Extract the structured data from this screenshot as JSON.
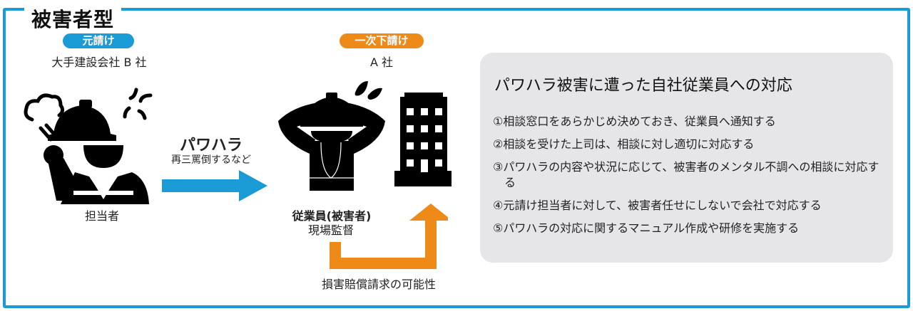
{
  "frame": {
    "title": "被害者型",
    "border_color": "#1b9bd6"
  },
  "prime_contractor": {
    "badge": "元請け",
    "company": "大手建設会社 B 社",
    "person_label": "担当者",
    "badge_color": "#1b9bd6"
  },
  "harassment_arrow": {
    "title": "パワハラ",
    "subtitle": "再三罵倒するなど",
    "color": "#1b9bd6"
  },
  "subcontractor": {
    "badge": "一次下請け",
    "company": "A 社",
    "person_label": "従業員(被害者)",
    "person_role": "現場監督",
    "badge_color": "#ee8a17"
  },
  "damages_arrow": {
    "label": "損害賠償請求の可能性",
    "color": "#ee8a17"
  },
  "response_panel": {
    "title": "パワハラ被害に遭った自社従業員への対応",
    "items": [
      "①相談窓口をあらかじめ決めておき、従業員へ通知する",
      "②相談を受けた上司は、相談に対し適切に対応する",
      "③パワハラの内容や状況に応じて、被害者のメンタル不調への相談に対応する",
      "④元請け担当者に対して、被害者任せにしないで会社で対応する",
      "⑤パワハラの対応に関するマニュアル作成や研修を実施する"
    ],
    "background": "#e6e6e8"
  }
}
